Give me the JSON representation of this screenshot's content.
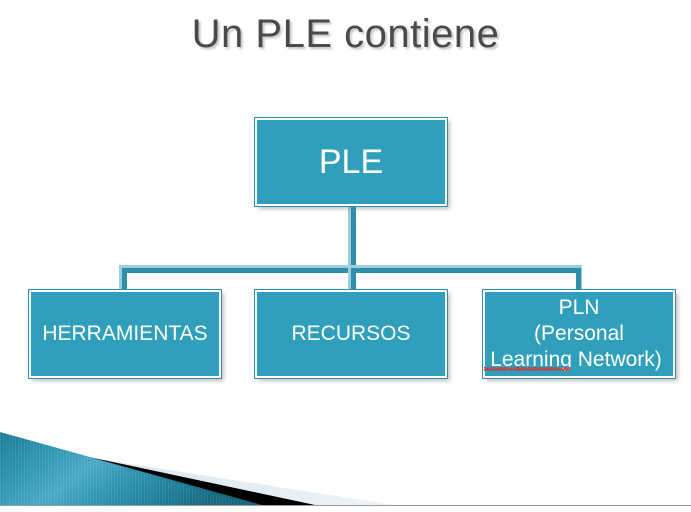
{
  "slide": {
    "title": "Un PLE contiene",
    "background_color": "#ffffff"
  },
  "theme": {
    "fill_teal": "#2f9fbc",
    "border_teal": "#2e8fab",
    "highlight_teal": "#9ecddc",
    "pale_blue": "#dde9ef",
    "black": "#000000",
    "title_color": "#4a4a4a",
    "node_text_color": "#ffffff",
    "spellcheck_color": "#e03030"
  },
  "diagram": {
    "type": "org-chart",
    "root": {
      "id": "ple",
      "label": "PLE"
    },
    "children": [
      {
        "id": "herramientas",
        "label": "HERRAMIENTAS",
        "lines": [
          "HERRAMIENTAS"
        ]
      },
      {
        "id": "recursos",
        "label": "RECURSOS",
        "lines": [
          "RECURSOS"
        ]
      },
      {
        "id": "pln",
        "label": "PLN (Personal Learning Network)",
        "lines": [
          "PLN",
          "(Personal",
          "Learning Network)"
        ],
        "spellcheck_underline_word": "Learning"
      }
    ]
  },
  "decoration": {
    "name": "bottom-left-wedges",
    "wedges": [
      "teal-gradient-triangle",
      "black-triangle",
      "pale-blue-triangle",
      "gray-rule"
    ]
  }
}
